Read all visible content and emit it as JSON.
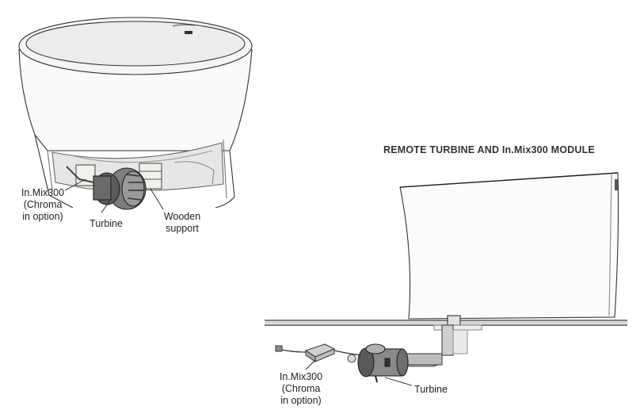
{
  "figure": {
    "title": "REMOTE TURBINE AND In.Mix300 MODULE",
    "left_view": {
      "labels": {
        "inmix_line1": "In.Mix300",
        "inmix_line2": "(Chroma",
        "inmix_line3": "in option)",
        "turbine": "Turbine",
        "wooden_line1": "Wooden",
        "wooden_line2": "support"
      }
    },
    "right_view": {
      "labels": {
        "inmix_line1": "In.Mix300",
        "inmix_line2": "(Chroma",
        "inmix_line3": "in option)",
        "turbine": "Turbine"
      }
    }
  }
}
